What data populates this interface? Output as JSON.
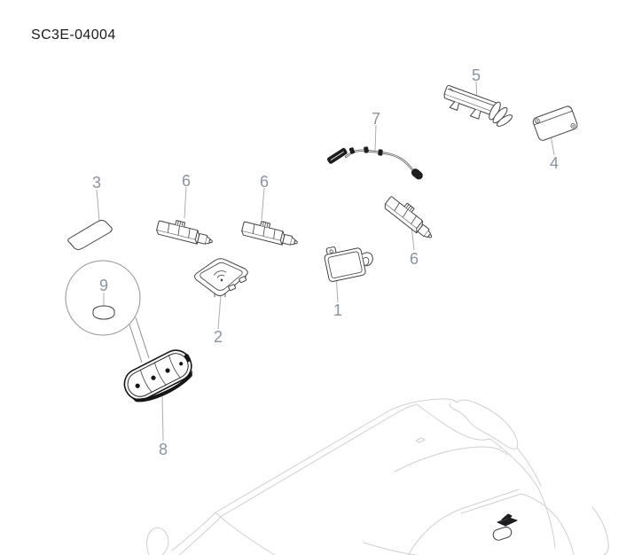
{
  "title": "SC3E-04004",
  "callouts": [
    {
      "num": "1"
    },
    {
      "num": "2"
    },
    {
      "num": "3"
    },
    {
      "num": "4"
    },
    {
      "num": "5"
    },
    {
      "num": "6"
    },
    {
      "num": "6"
    },
    {
      "num": "6"
    },
    {
      "num": "7"
    },
    {
      "num": "8"
    },
    {
      "num": "9"
    }
  ],
  "colors": {
    "background": "#ffffff",
    "title_text": "#1a1a1a",
    "callout_text": "#8a93a0",
    "leader_line": "#a8adb4",
    "part_line": "#3f4145",
    "part_dark": "#1d1d1f",
    "car_line": "#cdd0d4"
  }
}
